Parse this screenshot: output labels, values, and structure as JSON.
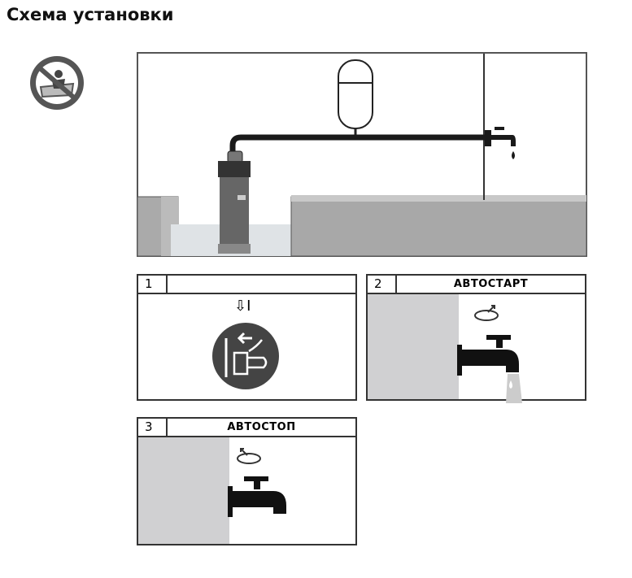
{
  "title": "Схема установки",
  "panels": [
    {
      "number": "1",
      "label": ""
    },
    {
      "number": "2",
      "label": "АВТОСТАРТ"
    },
    {
      "number": "3",
      "label": "АВТОСТОП"
    }
  ],
  "panel1_symbol": "⇩I",
  "colors": {
    "wall": "#d0d0d2",
    "dark": "#3a3a3a",
    "pipe": "#1a1a1a"
  }
}
